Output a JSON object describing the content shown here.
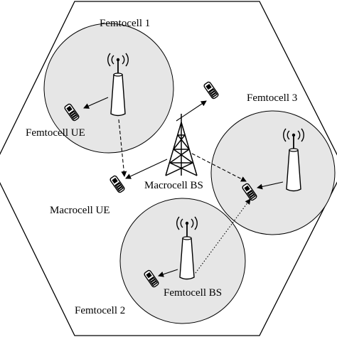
{
  "labels": {
    "femtocell_1": "Femtocell 1",
    "femtocell_2": "Femtocell 2",
    "femtocell_3": "Femtocell 3",
    "femtocell_ue": "Femtocell UE",
    "macrocell_bs": "Macrocell BS",
    "macrocell_ue": "Macrocell UE",
    "femtocell_bs": "Femtocell BS"
  },
  "icons": [
    "hexagon-cell-boundary",
    "femtocell-antenna-icon",
    "macrocell-tower-icon",
    "mobile-phone-icon"
  ]
}
